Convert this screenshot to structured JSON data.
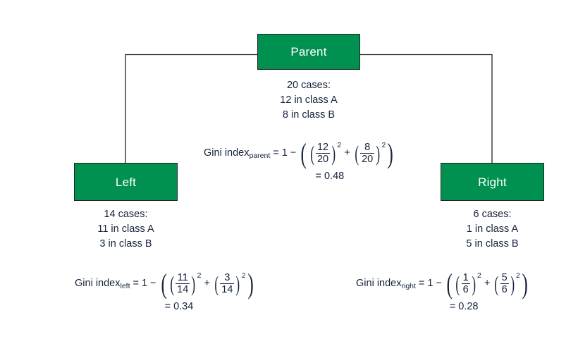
{
  "diagram": {
    "type": "decision-tree-split",
    "accent_color": "#009150",
    "text_color": "#15223b",
    "box_border_color": "#23221f",
    "connector_color": "#23221f"
  },
  "nodes": {
    "parent": {
      "label": "Parent",
      "total_line": "20 cases:",
      "class_a_line": "12 in class A",
      "class_b_line": "8 in class B",
      "gini_prefix": "Gini index",
      "gini_subscript": "parent",
      "equals": "=",
      "one": "1",
      "minus": "−",
      "plus": "+",
      "term1_num": "12",
      "term1_den": "20",
      "term1_pow": "2",
      "term2_num": "8",
      "term2_den": "20",
      "term2_pow": "2",
      "result": "= 0.48"
    },
    "left": {
      "label": "Left",
      "total_line": "14 cases:",
      "class_a_line": "11 in class A",
      "class_b_line": "3 in class B",
      "gini_prefix": "Gini index",
      "gini_subscript": "left",
      "equals": "=",
      "one": "1",
      "minus": "−",
      "plus": "+",
      "term1_num": "11",
      "term1_den": "14",
      "term1_pow": "2",
      "term2_num": "3",
      "term2_den": "14",
      "term2_pow": "2",
      "result": "= 0.34"
    },
    "right": {
      "label": "Right",
      "total_line": "6 cases:",
      "class_a_line": "1 in class A",
      "class_b_line": "5 in class B",
      "gini_prefix": "Gini index",
      "gini_subscript": "right",
      "equals": "=",
      "one": "1",
      "minus": "−",
      "plus": "+",
      "term1_num": "1",
      "term1_den": "6",
      "term1_pow": "2",
      "term2_num": "5",
      "term2_den": "6",
      "term2_pow": "2",
      "result": "= 0.28"
    }
  },
  "parens": {
    "open_big": "(",
    "close_big": ")",
    "open_med": "(",
    "close_med": ")"
  }
}
